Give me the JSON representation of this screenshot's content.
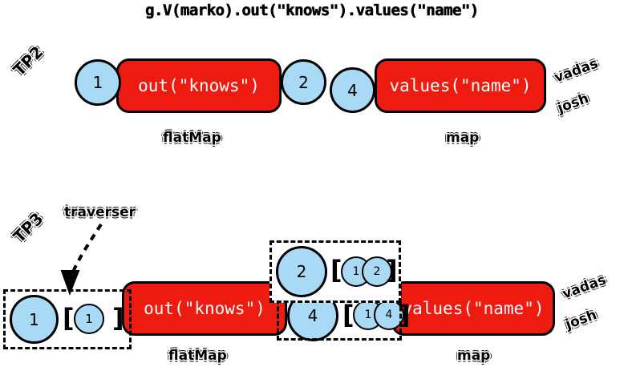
{
  "title": "g.V(marko).out(\"knows\").values(\"name\")",
  "colors": {
    "step_fill": "#ee1b11",
    "traverser_fill": "#a8daf5",
    "outline": "#000000",
    "background": "#ffffff",
    "step_text": "#ffffff"
  },
  "rows": {
    "tp2": {
      "row_label": "TP2",
      "input_circle": "1",
      "steps": [
        {
          "code": "out(\"knows\")",
          "kind_label": "flatMap"
        },
        {
          "code": "values(\"name\")",
          "kind_label": "map"
        }
      ],
      "mid_circles": [
        "2",
        "4"
      ],
      "outputs": [
        "vadas",
        "josh"
      ]
    },
    "tp3": {
      "row_label": "TP3",
      "annotation": "traverser",
      "steps": [
        {
          "code": "out(\"knows\")",
          "kind_label": "flatMap"
        },
        {
          "code": "values(\"name\")",
          "kind_label": "map"
        }
      ],
      "traversers": [
        {
          "id": "in-1",
          "object": "1",
          "bracket_open": "[",
          "path": [
            "1"
          ],
          "bracket_close": "]"
        },
        {
          "id": "mid-2",
          "object": "2",
          "bracket_open": "[",
          "path": [
            "1",
            "2"
          ],
          "bracket_close": "]"
        },
        {
          "id": "mid-4",
          "object": "4",
          "bracket_open": "[",
          "path": [
            "1",
            "4"
          ],
          "bracket_close": "]"
        }
      ],
      "outputs": [
        "vadas",
        "josh"
      ]
    }
  }
}
